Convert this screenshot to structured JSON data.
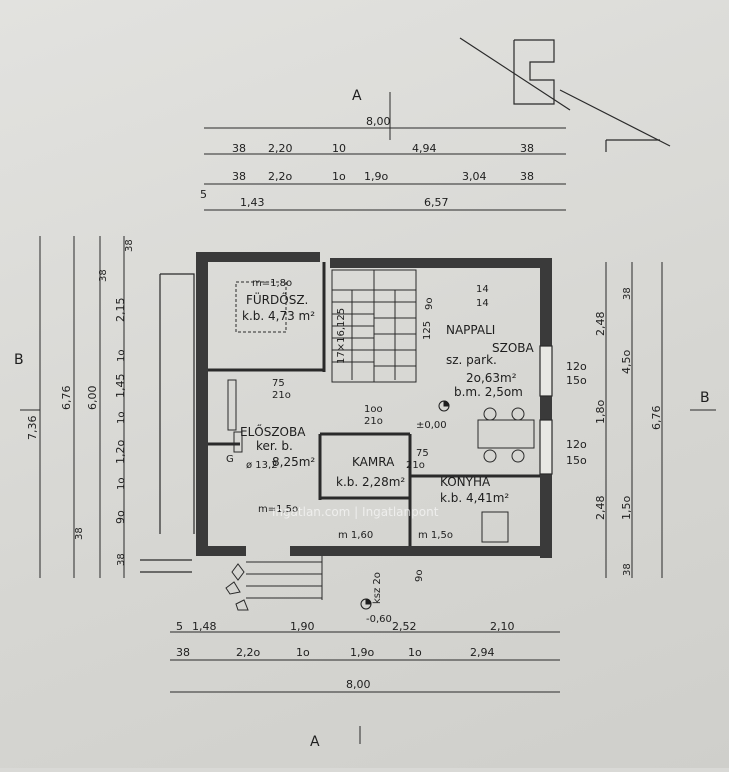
{
  "section_labels": {
    "a_top": "A",
    "a_bottom": "A",
    "b_left": "B",
    "b_right": "B"
  },
  "top_dims": {
    "row1": [
      "8,00"
    ],
    "row2": [
      "38",
      "2,20",
      "10",
      "4,94",
      "38"
    ],
    "row3": [
      "38",
      "2,2o",
      "1o",
      "1,9o",
      "3,04",
      "38"
    ],
    "row4": [
      "5",
      "1,43",
      "6,57"
    ]
  },
  "bottom_dims": {
    "row1": [
      "5",
      "1,48",
      "1,90",
      "2,52",
      "2,10"
    ],
    "row2": [
      "38",
      "2,2o",
      "1o",
      "1,9o",
      "1o",
      "2,94"
    ],
    "row3": [
      "8,00"
    ]
  },
  "left_dims": {
    "outer": [
      "7,36"
    ],
    "mid": [
      "6,76"
    ],
    "inner1": [
      "6,00"
    ],
    "inner2": [
      "38",
      "2,15",
      "1o",
      "1,45",
      "1o",
      "1,2o",
      "1o",
      "9o",
      "38",
      "38",
      "38"
    ]
  },
  "right_dims": {
    "col1": [
      "2,48",
      "1,8o",
      "2,48"
    ],
    "col2": [
      "38",
      "4,5o",
      "1,5o",
      "38"
    ],
    "col3": [
      "6,76"
    ],
    "window": [
      "12o",
      "15o",
      "12o",
      "15o"
    ]
  },
  "rooms": {
    "bathroom": {
      "name": "FÜRDŐSZ.",
      "area": "k.b. 4,73 m²"
    },
    "living": {
      "name1": "NAPPALI",
      "name2": "SZOBA",
      "floor": "sz. park.",
      "area": "2o,63m²",
      "bm": "b.m. 2,5om"
    },
    "hall": {
      "name": "ELŐSZOBA",
      "floor": "ker. b.",
      "area": "8,25m²"
    },
    "pantry": {
      "name": "KAMRA",
      "area": "k.b. 2,28m²"
    },
    "kitchen": {
      "name": "KONYHA",
      "area": "k.b. 4,41m²"
    }
  },
  "annotations": {
    "stair_steps": "17×16,125",
    "stair_top": "14",
    "stair_top2": "14",
    "level": "±0,00",
    "entry_level": "-0,60",
    "door_75": "75",
    "door_210a": "21o",
    "door_210b": "21o",
    "door_100": "1oo",
    "door_m160": "m 1,60",
    "door_m150": "m 1,5o",
    "door_m150b": "m=1,5o",
    "door_90": "9o",
    "door_75b": "75",
    "door_210c": "21o",
    "bath_m180": "m=1,8o",
    "g_label": "G",
    "diam": "ø 13,2",
    "stair_dims": "9o",
    "steps_count": "125",
    "kst": "ksz 2o"
  },
  "watermark": "ingatlan.com | Ingatlanpont"
}
